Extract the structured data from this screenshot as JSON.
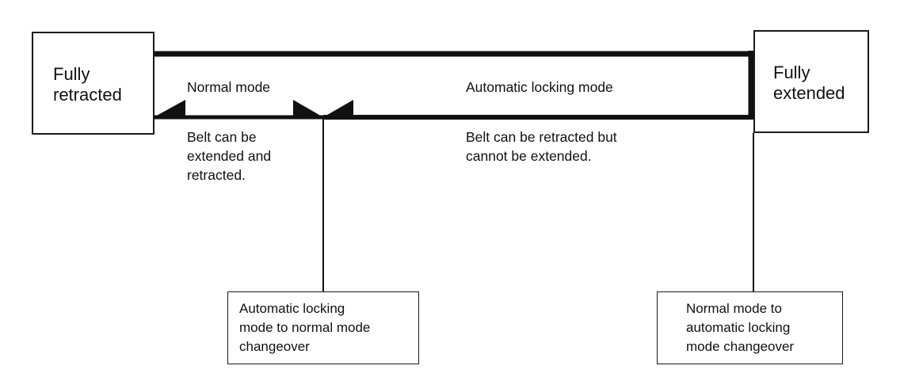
{
  "states": {
    "retracted": "Fully\nretracted",
    "extended": "Fully\nextended"
  },
  "modes": {
    "normal": "Normal mode",
    "automatic": "Automatic locking mode"
  },
  "descriptions": {
    "normal": "Belt can be\nextended and\nretracted.",
    "automatic": "Belt can be retracted but\ncannot be extended."
  },
  "callouts": {
    "auto_to_normal": "Automatic locking\nmode to normal mode\nchangeover",
    "normal_to_auto": "Normal mode to\nautomatic locking\nmode changeover"
  }
}
